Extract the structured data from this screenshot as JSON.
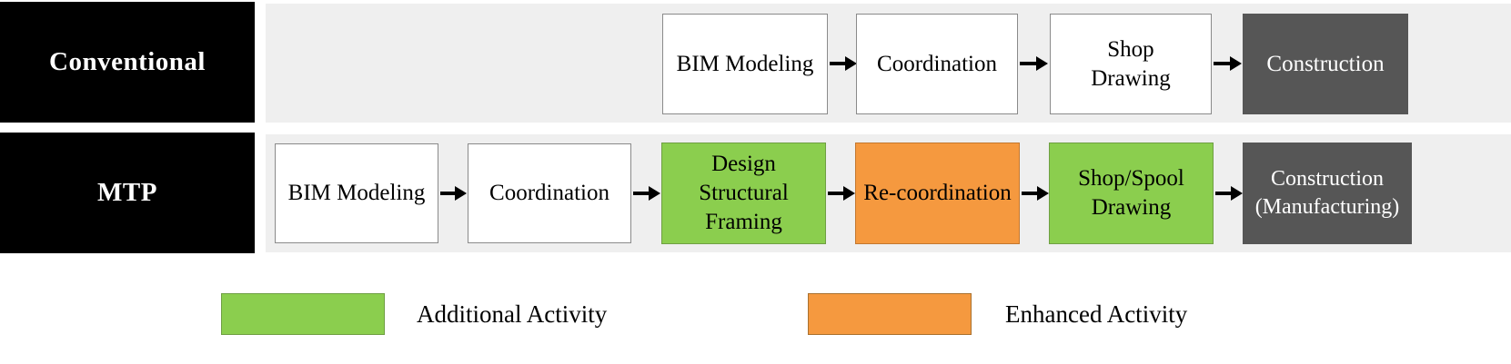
{
  "figure": {
    "rows": [
      {
        "label": "Conventional",
        "steps": [
          {
            "name": "BIM Modeling",
            "type": "standard"
          },
          {
            "name": "Coordination",
            "type": "standard"
          },
          {
            "name": "Shop\nDrawing",
            "type": "standard"
          },
          {
            "name": "Construction",
            "type": "terminal"
          }
        ]
      },
      {
        "label": "MTP",
        "steps": [
          {
            "name": "BIM Modeling",
            "type": "standard"
          },
          {
            "name": "Coordination",
            "type": "standard"
          },
          {
            "name": "Design\nStructural\nFraming",
            "type": "additional"
          },
          {
            "name": "Re-coordination",
            "type": "enhanced"
          },
          {
            "name": "Shop/Spool\nDrawing",
            "type": "additional"
          },
          {
            "name": "Construction\n(Manufacturing)",
            "type": "terminal"
          }
        ]
      }
    ],
    "legend": [
      {
        "label": "Additional Activity",
        "color": "#8BCE4E"
      },
      {
        "label": "Enhanced Activity",
        "color": "#F5993F"
      }
    ],
    "colors": {
      "additional": "#8BCE4E",
      "enhanced": "#F5993F",
      "terminal": "#565656",
      "standard": "#FFFFFF",
      "track": "#EFEFEF",
      "label_background": "#000000",
      "label_text": "#FFFFFF"
    }
  }
}
